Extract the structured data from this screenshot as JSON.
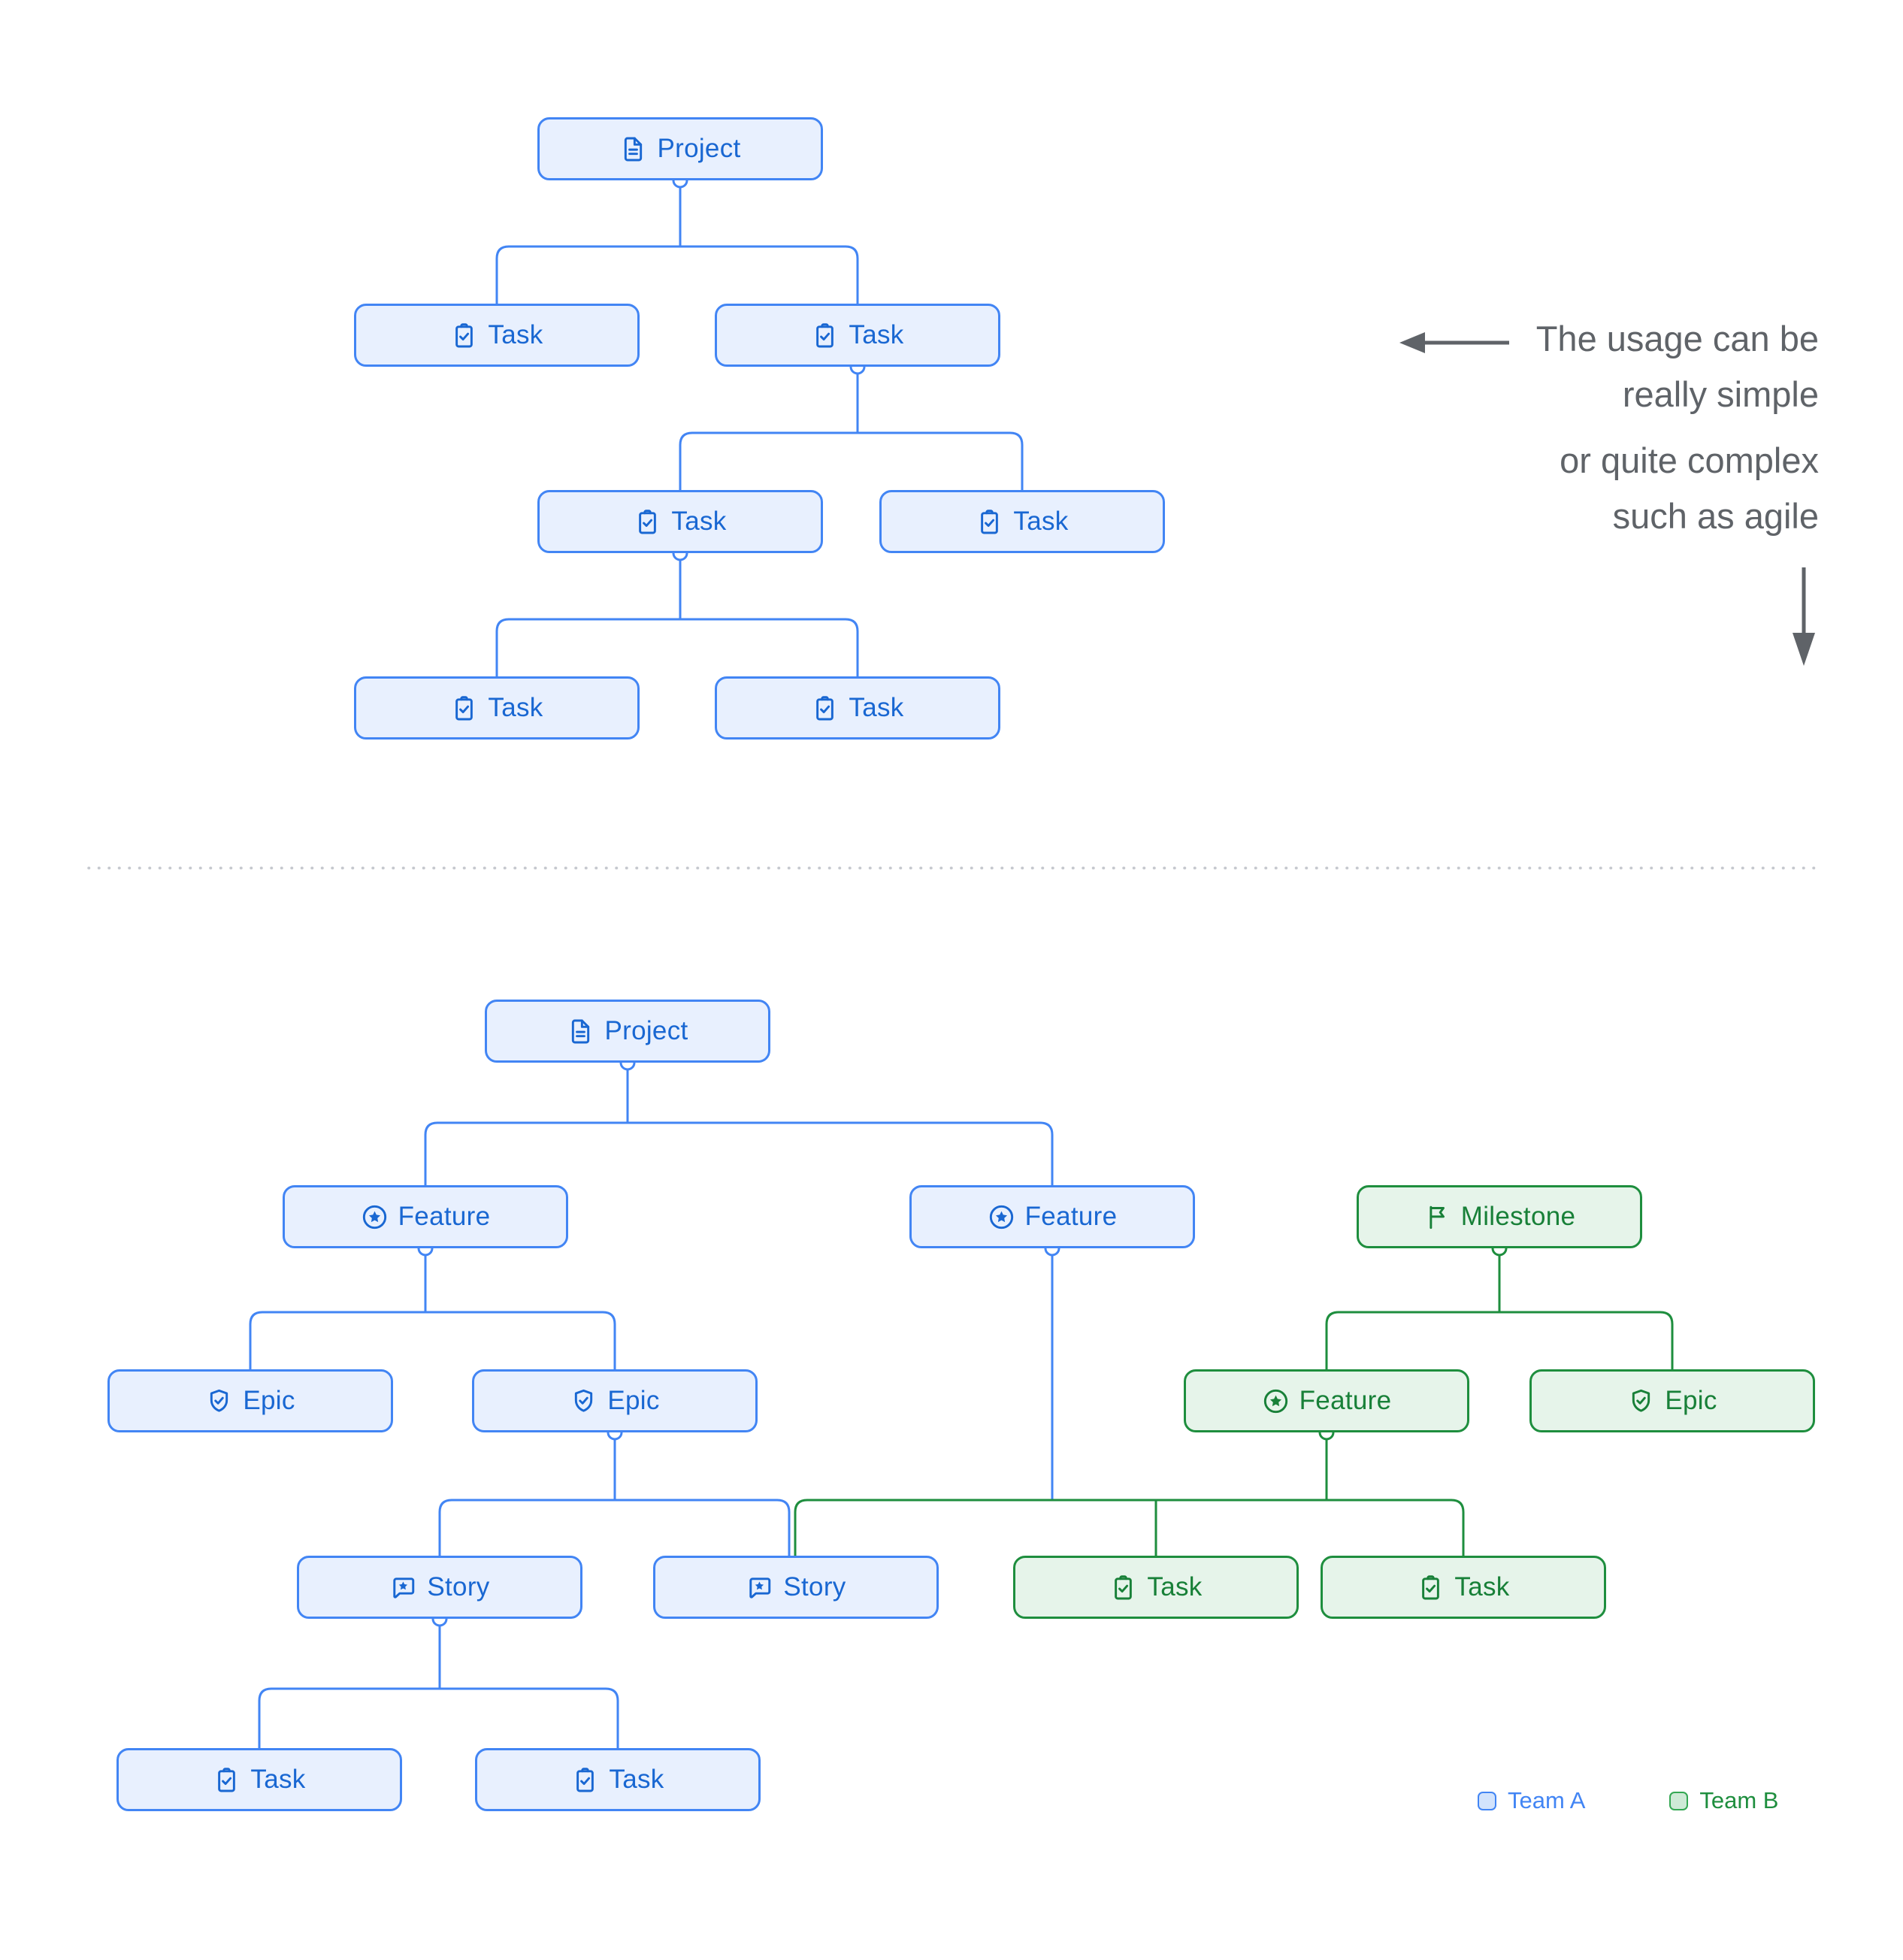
{
  "colors": {
    "team_a_border": "#4285f4",
    "team_a_fill": "#e8f0fe",
    "team_a_text": "#1967d2",
    "team_b_border": "#1e8e3e",
    "team_b_fill": "#e6f4ea",
    "team_b_text": "#188038",
    "annotation_text": "#5f6368",
    "arrow": "#5f6368",
    "divider": "#c3c6cc"
  },
  "nodes": [
    {
      "id": "top-project",
      "label": "Project",
      "icon": "document-icon",
      "team": "A"
    },
    {
      "id": "top-task-1",
      "label": "Task",
      "icon": "task-icon",
      "team": "A"
    },
    {
      "id": "top-task-2",
      "label": "Task",
      "icon": "task-icon",
      "team": "A"
    },
    {
      "id": "top-task-3",
      "label": "Task",
      "icon": "task-icon",
      "team": "A"
    },
    {
      "id": "top-task-4",
      "label": "Task",
      "icon": "task-icon",
      "team": "A"
    },
    {
      "id": "top-task-5",
      "label": "Task",
      "icon": "task-icon",
      "team": "A"
    },
    {
      "id": "top-task-6",
      "label": "Task",
      "icon": "task-icon",
      "team": "A"
    },
    {
      "id": "project",
      "label": "Project",
      "icon": "document-icon",
      "team": "A"
    },
    {
      "id": "feature-1",
      "label": "Feature",
      "icon": "feature-icon",
      "team": "A"
    },
    {
      "id": "feature-2",
      "label": "Feature",
      "icon": "feature-icon",
      "team": "A"
    },
    {
      "id": "milestone",
      "label": "Milestone",
      "icon": "milestone-icon",
      "team": "B"
    },
    {
      "id": "epic-1",
      "label": "Epic",
      "icon": "epic-icon",
      "team": "A"
    },
    {
      "id": "epic-2",
      "label": "Epic",
      "icon": "epic-icon",
      "team": "A"
    },
    {
      "id": "feature-3",
      "label": "Feature",
      "icon": "feature-icon",
      "team": "B"
    },
    {
      "id": "epic-3",
      "label": "Epic",
      "icon": "epic-icon",
      "team": "B"
    },
    {
      "id": "story-1",
      "label": "Story",
      "icon": "story-icon",
      "team": "A"
    },
    {
      "id": "story-2",
      "label": "Story",
      "icon": "story-icon",
      "team": "A"
    },
    {
      "id": "task-b1",
      "label": "Task",
      "icon": "task-icon",
      "team": "B"
    },
    {
      "id": "task-b2",
      "label": "Task",
      "icon": "task-icon",
      "team": "B"
    },
    {
      "id": "task-a1",
      "label": "Task",
      "icon": "task-icon",
      "team": "A"
    },
    {
      "id": "task-a2",
      "label": "Task",
      "icon": "task-icon",
      "team": "A"
    }
  ],
  "annotation": {
    "para1_line1": "The usage can be",
    "para1_line2": "really simple",
    "para2_line1": "or quite complex",
    "para2_line2": "such as agile"
  },
  "legend": {
    "team_a": "Team A",
    "team_b": "Team B"
  }
}
